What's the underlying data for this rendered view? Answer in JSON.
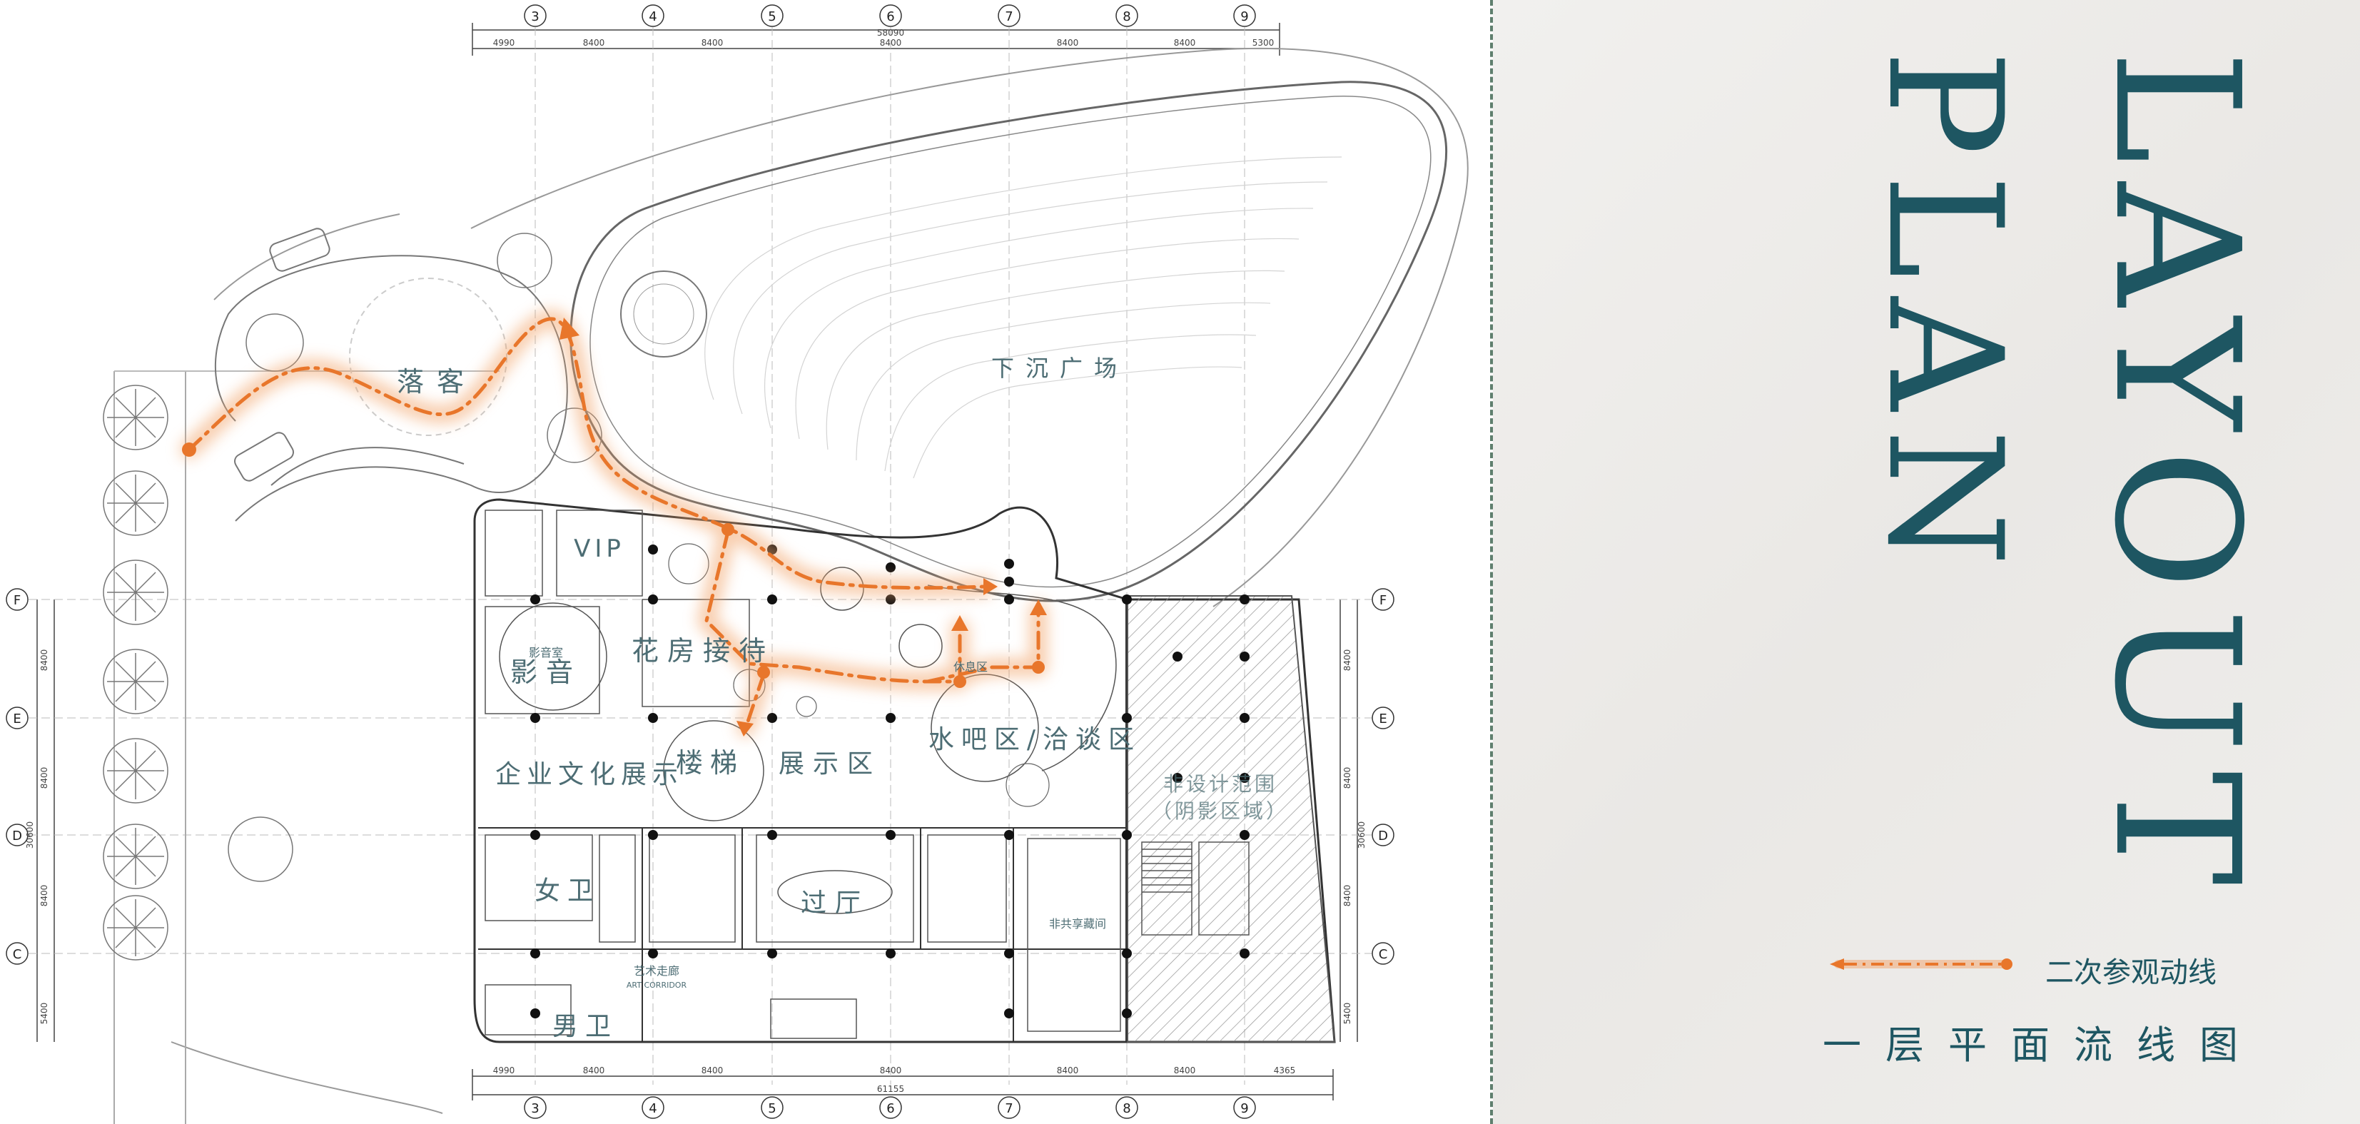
{
  "title": {
    "line1": "LAYOUT",
    "line2": "PLAN"
  },
  "legend": {
    "label": "二次参观动线",
    "color": "#e8762b"
  },
  "subtitle": "一层平面流线图",
  "colors": {
    "accent_teal": "#1e5662",
    "route_orange": "#e8762b",
    "zone_label": "#4d6d74"
  },
  "grid": {
    "columns": [
      "3",
      "4",
      "5",
      "6",
      "7",
      "8",
      "9"
    ],
    "rows": [
      "F",
      "E",
      "D",
      "C"
    ],
    "top_dims": [
      "4990",
      "8400",
      "8400",
      "8400",
      "8400",
      "8400",
      "5300"
    ],
    "top_total": "58090",
    "bottom_dims": [
      "4990",
      "8400",
      "8400",
      "8400",
      "8400",
      "8400",
      "4365"
    ],
    "bottom_total": "61155",
    "side_dims": [
      "8400",
      "8400",
      "8400",
      "5400"
    ],
    "side_total": "30600"
  },
  "zones": [
    {
      "id": "luoke",
      "label": "落客"
    },
    {
      "id": "xiachen",
      "label": "下沉广场"
    },
    {
      "id": "vip",
      "label": "VIP"
    },
    {
      "id": "yingyin",
      "label": "影音"
    },
    {
      "id": "yingyin-small",
      "label": "影音室"
    },
    {
      "id": "huafang",
      "label": "花房接待"
    },
    {
      "id": "louti",
      "label": "楼梯"
    },
    {
      "id": "qiye",
      "label": "企业文化展示"
    },
    {
      "id": "zhanshi",
      "label": "展示区"
    },
    {
      "id": "shuiba",
      "label": "水吧区/洽谈区"
    },
    {
      "id": "xiuxi",
      "label": "休息区"
    },
    {
      "id": "feisheji",
      "label": "非设计范围"
    },
    {
      "id": "feisheji2",
      "label": "（阴影区域）"
    },
    {
      "id": "guoting",
      "label": "过厅"
    },
    {
      "id": "nvwei",
      "label": "女卫"
    },
    {
      "id": "nanwei",
      "label": "男卫"
    },
    {
      "id": "yishu",
      "label": "艺术走廊"
    },
    {
      "id": "yishu-en",
      "label": "ART CORRIDOR"
    },
    {
      "id": "feiguan",
      "label": "非共享藏间"
    }
  ]
}
